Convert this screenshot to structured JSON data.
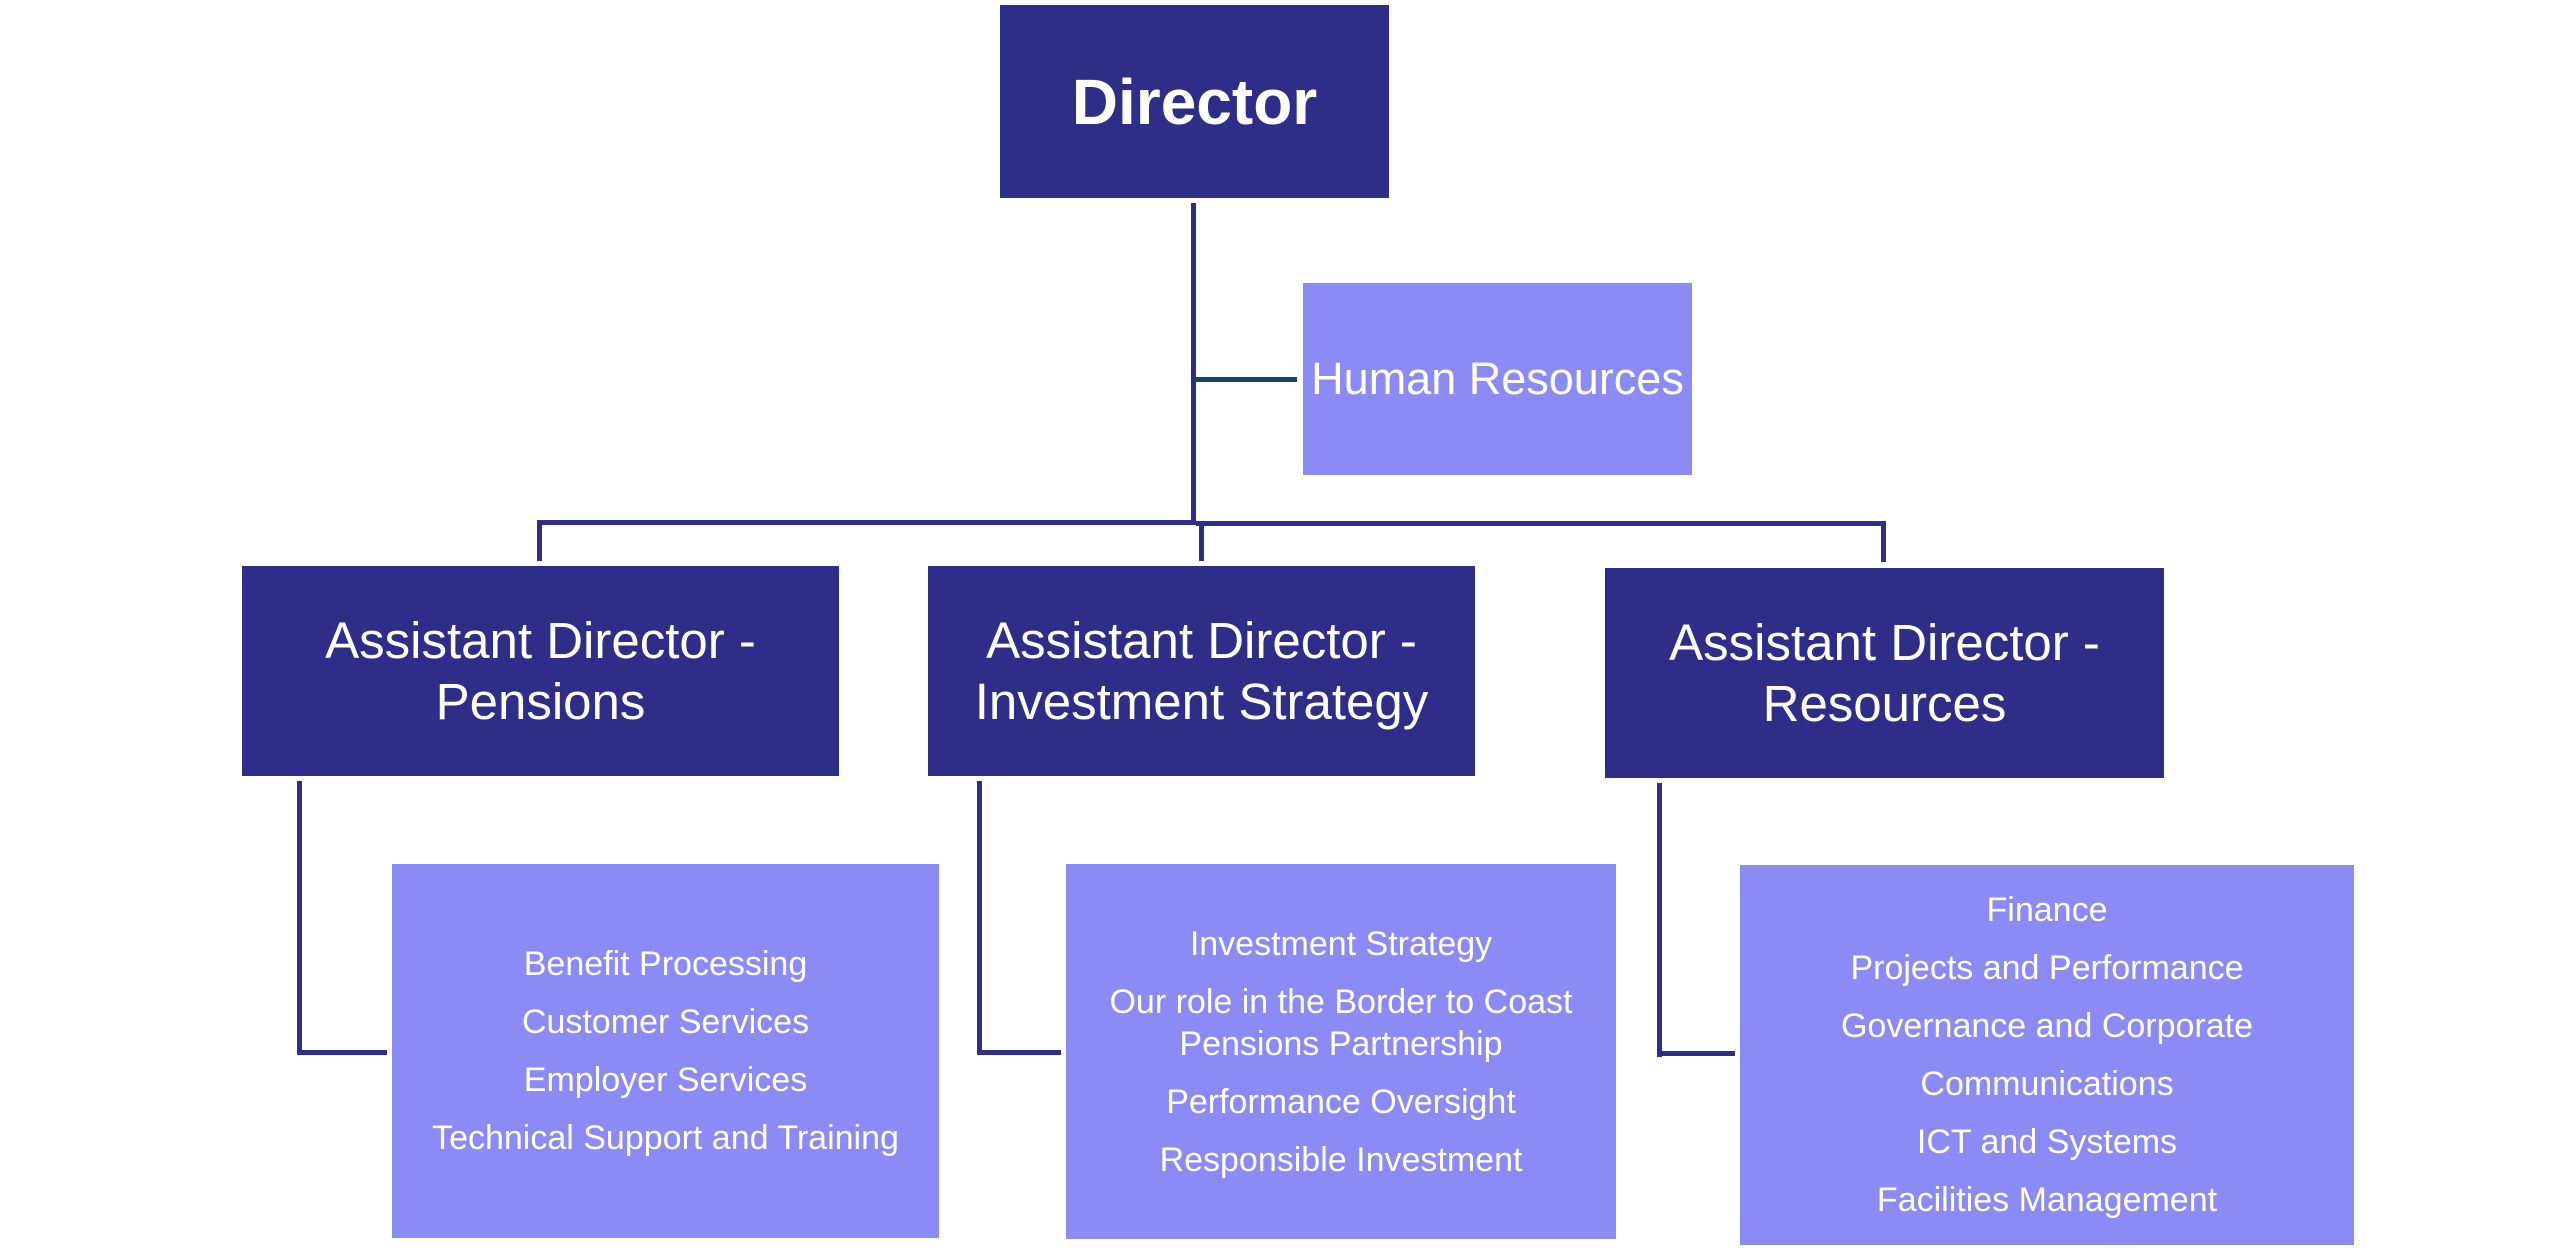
{
  "colors": {
    "primary_box": "#2e2e88",
    "secondary_box": "#8b8bf5",
    "connector": "#2e2e88",
    "hr_connector": "#16465e",
    "text": "#ffffff"
  },
  "director": {
    "label": "Director"
  },
  "human_resources": {
    "label": "Human Resources"
  },
  "assistant_directors": [
    {
      "title_line1": "Assistant Director -",
      "title_line2": "Pensions",
      "teams": [
        "Benefit Processing",
        "Customer Services",
        "Employer Services",
        "Technical Support and Training"
      ]
    },
    {
      "title_line1": "Assistant Director -",
      "title_line2": "Investment Strategy",
      "teams": [
        "Investment Strategy",
        "Our role in the Border to Coast Pensions Partnership",
        "Performance Oversight",
        "Responsible Investment"
      ]
    },
    {
      "title_line1": "Assistant Director -",
      "title_line2": "Resources",
      "teams": [
        "Finance",
        "Projects and Performance",
        "Governance and Corporate",
        "Communications",
        "ICT and Systems",
        "Facilities Management"
      ]
    }
  ]
}
